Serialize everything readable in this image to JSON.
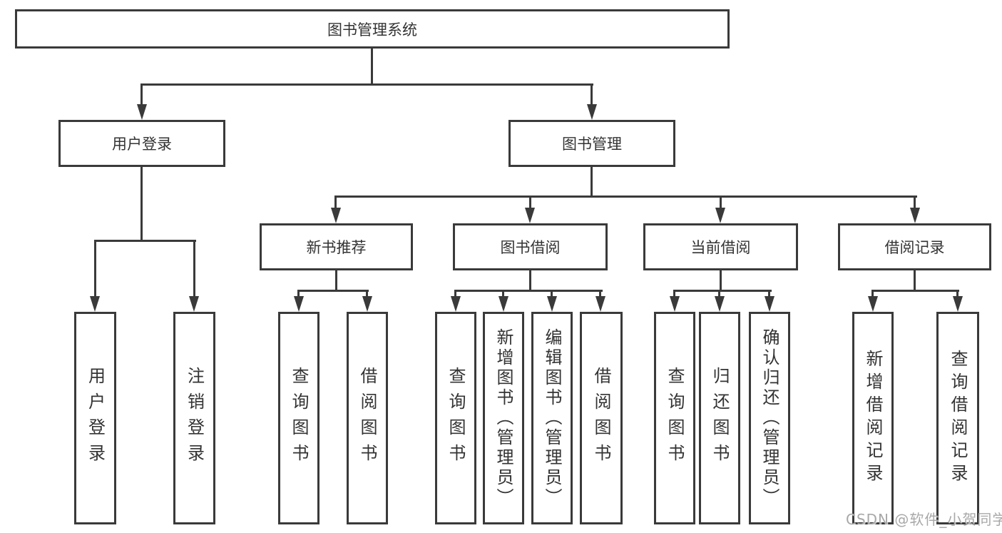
{
  "colors": {
    "line": "#3a3a3a",
    "box_border": "#3a3a3a",
    "box_fill": "#ffffff",
    "text": "#333333",
    "watermark": "#a8a8a8"
  },
  "watermark": {
    "text": "CSDN @软件_小贺同学"
  },
  "tree": {
    "root": {
      "label": "图书管理系统"
    },
    "branches": [
      {
        "label": "用户登录",
        "children": [
          {
            "label": "用户登录"
          },
          {
            "label": "注销登录"
          }
        ]
      },
      {
        "label": "图书管理",
        "sections": [
          {
            "label": "新书推荐",
            "children": [
              {
                "label": "查询图书"
              },
              {
                "label": "借阅图书"
              }
            ]
          },
          {
            "label": "图书借阅",
            "children": [
              {
                "label": "查询图书"
              },
              {
                "label": "新增图书（管理员）"
              },
              {
                "label": "编辑图书（管理员）"
              },
              {
                "label": "借阅图书"
              }
            ]
          },
          {
            "label": "当前借阅",
            "children": [
              {
                "label": "查询图书"
              },
              {
                "label": "归还图书"
              },
              {
                "label": "确认归还（管理员）"
              }
            ]
          },
          {
            "label": "借阅记录",
            "children": [
              {
                "label": "新增借阅记录"
              },
              {
                "label": "查询借阅记录"
              }
            ]
          }
        ]
      }
    ]
  }
}
